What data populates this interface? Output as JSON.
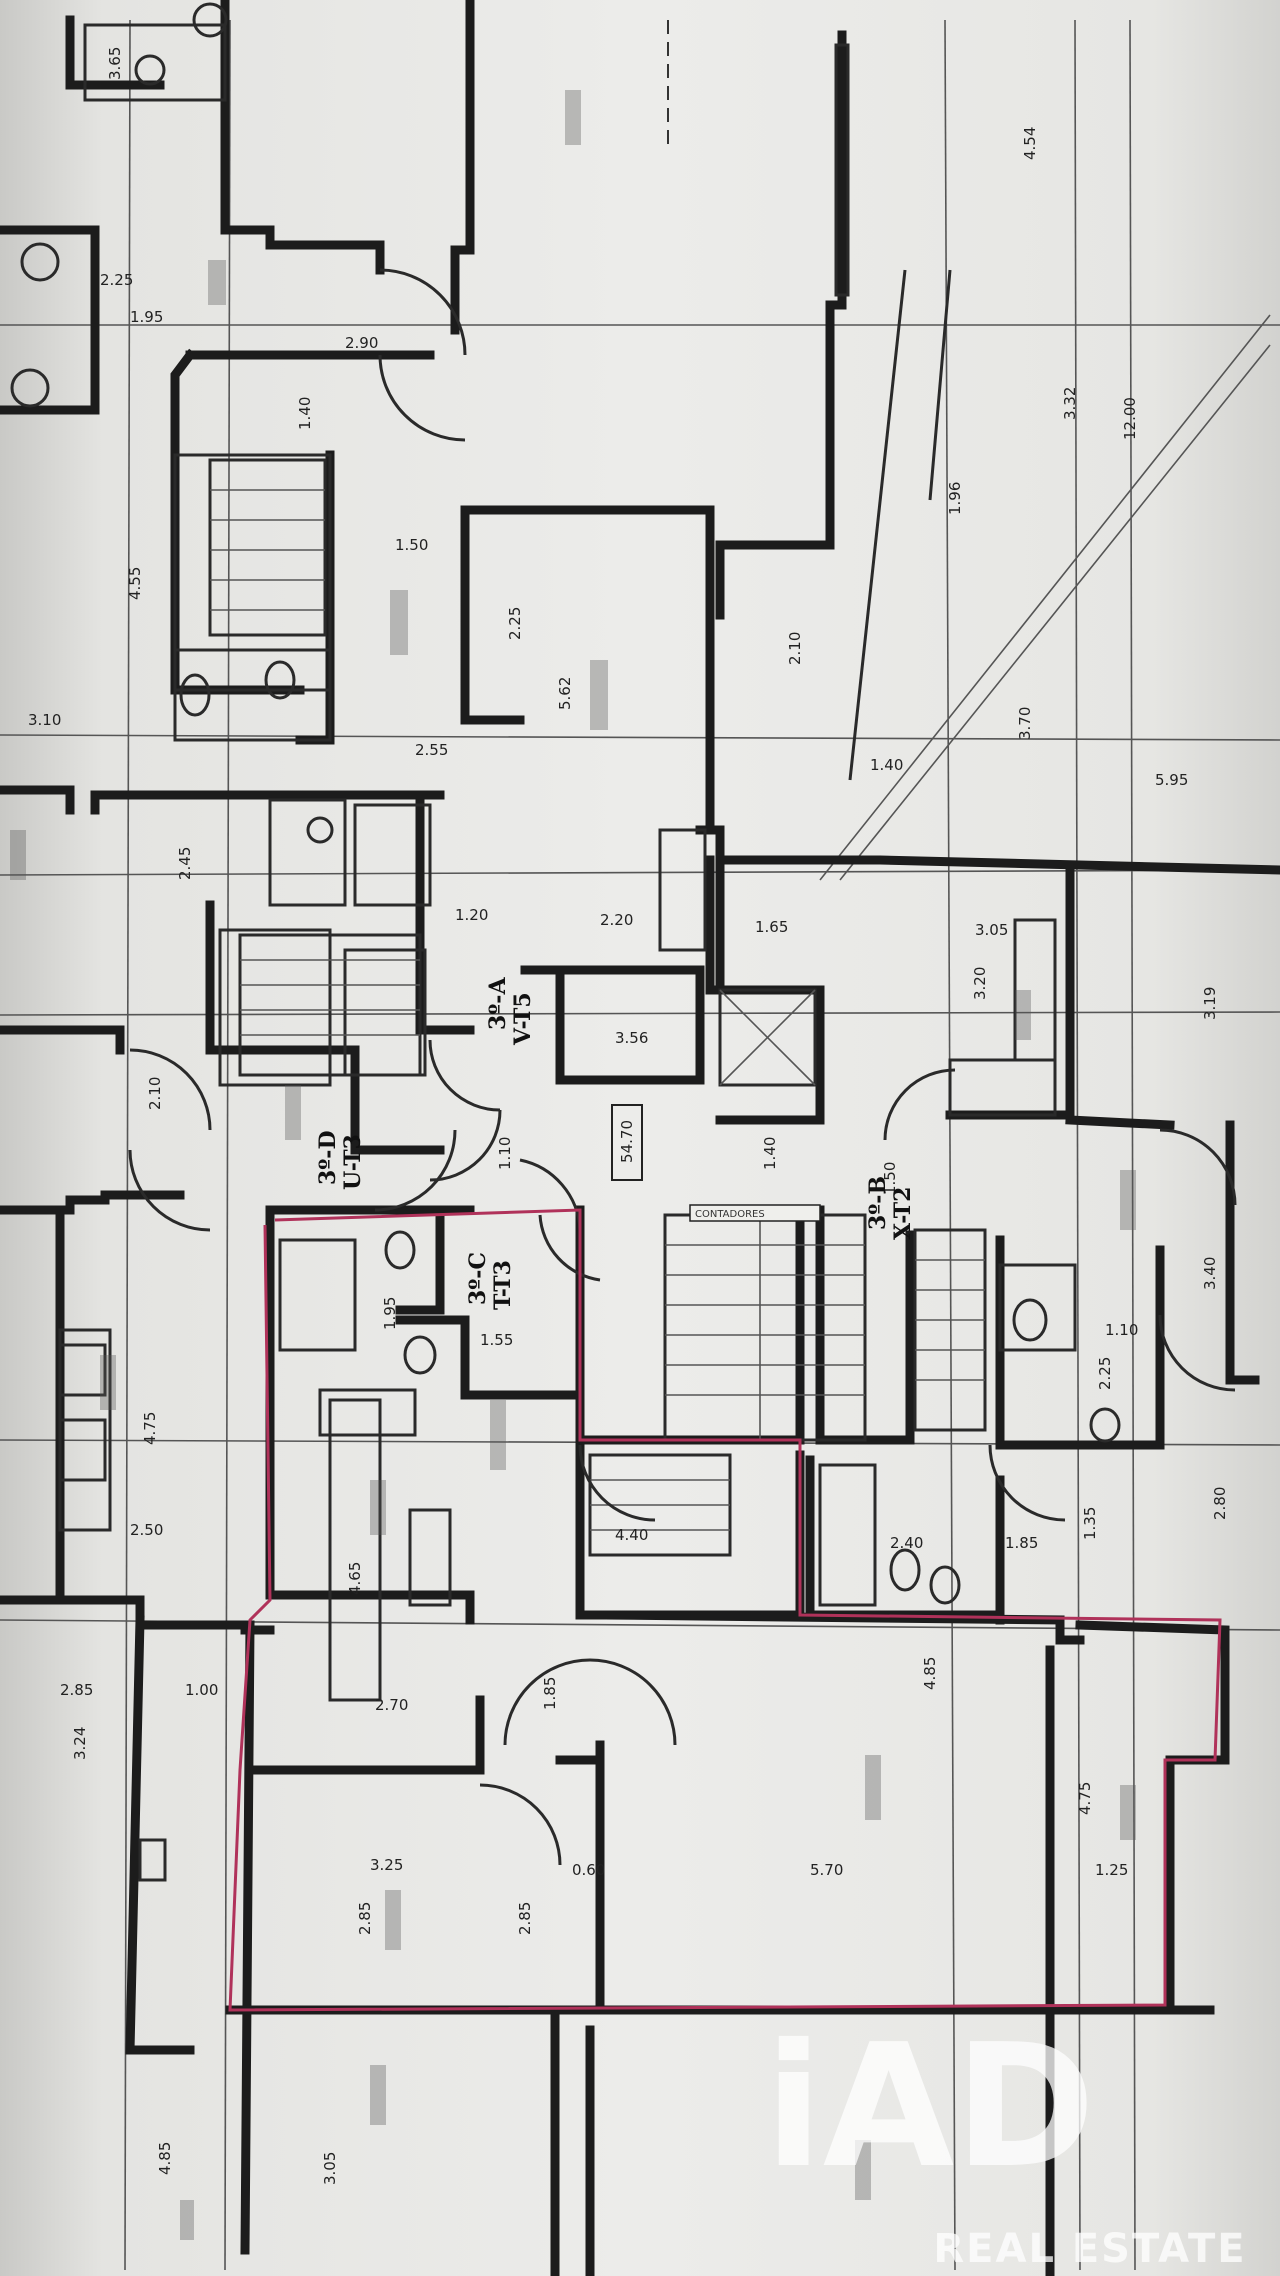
{
  "plan": {
    "units": [
      {
        "id": "a",
        "line1": "3º-A",
        "line2": "V-T5"
      },
      {
        "id": "b",
        "line1": "3º-B",
        "line2": "X-T2"
      },
      {
        "id": "c",
        "line1": "3º-C",
        "line2": "T-T3"
      },
      {
        "id": "d",
        "line1": "3º-D",
        "line2": "U-T3"
      }
    ],
    "boxed_label": "54.70",
    "stair_label": "CONTADORES",
    "dimensions": [
      {
        "id": "d1",
        "text": "3.65"
      },
      {
        "id": "d2",
        "text": "2.25"
      },
      {
        "id": "d3",
        "text": "1.95"
      },
      {
        "id": "d4",
        "text": "2.90"
      },
      {
        "id": "d5",
        "text": "1.40"
      },
      {
        "id": "d6",
        "text": "1.50"
      },
      {
        "id": "d7",
        "text": "4.55"
      },
      {
        "id": "d8",
        "text": "3.10"
      },
      {
        "id": "d9",
        "text": "2.55"
      },
      {
        "id": "d10",
        "text": "2.45"
      },
      {
        "id": "d11",
        "text": "1.20"
      },
      {
        "id": "d12",
        "text": "2.20"
      },
      {
        "id": "d13",
        "text": "3.56"
      },
      {
        "id": "d14",
        "text": "1.65"
      },
      {
        "id": "d15",
        "text": "3.05"
      },
      {
        "id": "d16",
        "text": "3.20"
      },
      {
        "id": "d17",
        "text": "1.40"
      },
      {
        "id": "d18",
        "text": "5.95"
      },
      {
        "id": "d19",
        "text": "4.54"
      },
      {
        "id": "d20",
        "text": "3.32"
      },
      {
        "id": "d21",
        "text": "12.00"
      },
      {
        "id": "d22",
        "text": "3.70"
      },
      {
        "id": "d23",
        "text": "2.10"
      },
      {
        "id": "d24",
        "text": "1.96"
      },
      {
        "id": "d25",
        "text": "5.62"
      },
      {
        "id": "d26",
        "text": "2.25"
      },
      {
        "id": "d27",
        "text": "2.10"
      },
      {
        "id": "d28",
        "text": "1.10"
      },
      {
        "id": "d29",
        "text": "1.40"
      },
      {
        "id": "d30",
        "text": "1.50"
      },
      {
        "id": "d31",
        "text": "3.19"
      },
      {
        "id": "d32",
        "text": "3.40"
      },
      {
        "id": "d33",
        "text": "1.10"
      },
      {
        "id": "d34",
        "text": "2.25"
      },
      {
        "id": "d35",
        "text": "2.80"
      },
      {
        "id": "d36",
        "text": "1.55"
      },
      {
        "id": "d37",
        "text": "1.95"
      },
      {
        "id": "d38",
        "text": "4.75"
      },
      {
        "id": "d39",
        "text": "2.50"
      },
      {
        "id": "d40",
        "text": "4.65"
      },
      {
        "id": "d41",
        "text": "2.70"
      },
      {
        "id": "d42",
        "text": "1.85"
      },
      {
        "id": "d43",
        "text": "4.40"
      },
      {
        "id": "d44",
        "text": "2.40"
      },
      {
        "id": "d45",
        "text": "1.85"
      },
      {
        "id": "d46",
        "text": "1.35"
      },
      {
        "id": "d47",
        "text": "2.85"
      },
      {
        "id": "d48",
        "text": "1.00"
      },
      {
        "id": "d49",
        "text": "3.24"
      },
      {
        "id": "d50",
        "text": "3.25"
      },
      {
        "id": "d51",
        "text": "2.85"
      },
      {
        "id": "d52",
        "text": "2.85"
      },
      {
        "id": "d53",
        "text": "0.60"
      },
      {
        "id": "d54",
        "text": "5.70"
      },
      {
        "id": "d55",
        "text": "4.85"
      },
      {
        "id": "d56",
        "text": "4.75"
      },
      {
        "id": "d57",
        "text": "1.25"
      },
      {
        "id": "d58",
        "text": "3.05"
      },
      {
        "id": "d59",
        "text": "4.85"
      }
    ]
  },
  "watermark": {
    "logo": "iAD",
    "caption": "REAL ESTATE",
    "color": "#ffffff"
  }
}
